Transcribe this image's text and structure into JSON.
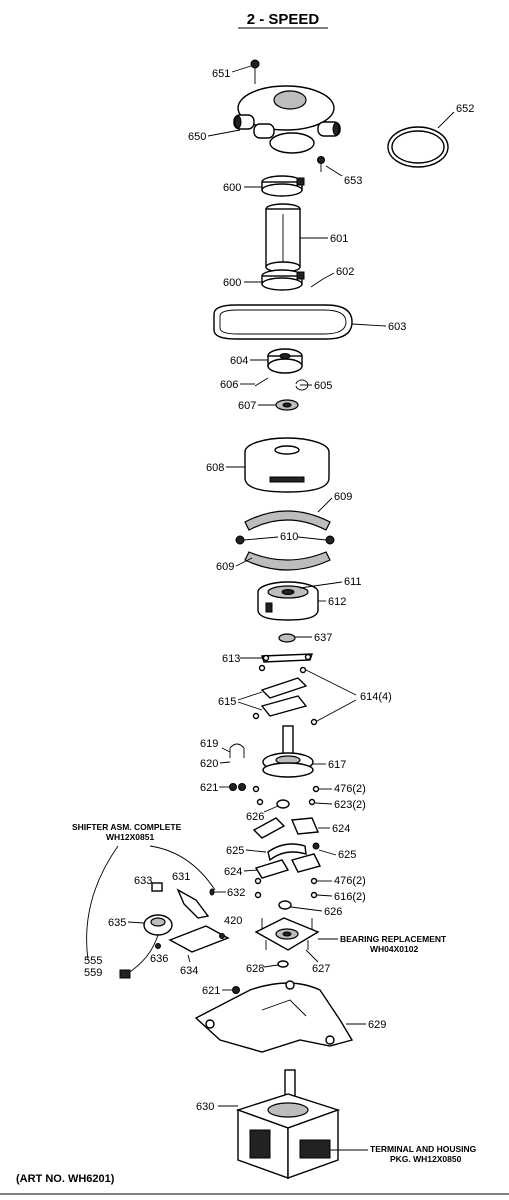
{
  "title": "2 - SPEED",
  "art_number": "(ART NO. WH6201)",
  "callouts": {
    "p651": "651",
    "p650": "650",
    "p652": "652",
    "p653": "653",
    "p600a": "600",
    "p601": "601",
    "p600b": "600",
    "p602": "602",
    "p603": "603",
    "p604": "604",
    "p606": "606",
    "p605": "605",
    "p607": "607",
    "p608": "608",
    "p609a": "609",
    "p610": "610",
    "p609b": "609",
    "p611": "611",
    "p612": "612",
    "p637": "637",
    "p613": "613",
    "p614": "614(4)",
    "p615": "615",
    "p619": "619",
    "p620": "620",
    "p617": "617",
    "p621a": "621",
    "p476a": "476(2)",
    "p623": "623(2)",
    "p626a": "626",
    "p624a": "624",
    "p625a": "625",
    "p625b": "625",
    "p624b": "624",
    "p633": "633",
    "p631": "631",
    "p632": "632",
    "p476b": "476(2)",
    "p616": "616(2)",
    "p626b": "626",
    "p635": "635",
    "p420": "420",
    "p636": "636",
    "p634": "634",
    "p628": "628",
    "p627": "627",
    "p555": "555",
    "p559": "559",
    "p621b": "621",
    "p629": "629",
    "p630": "630"
  },
  "notes": {
    "shifter_line1": "SHIFTER ASM. COMPLETE",
    "shifter_line2": "WH12X0851",
    "bearing_line1": "BEARING REPLACEMENT",
    "bearing_line2": "WH04X0102",
    "terminal_line1": "TERMINAL AND HOUSING",
    "terminal_line2": "PKG. WH12X0850"
  }
}
